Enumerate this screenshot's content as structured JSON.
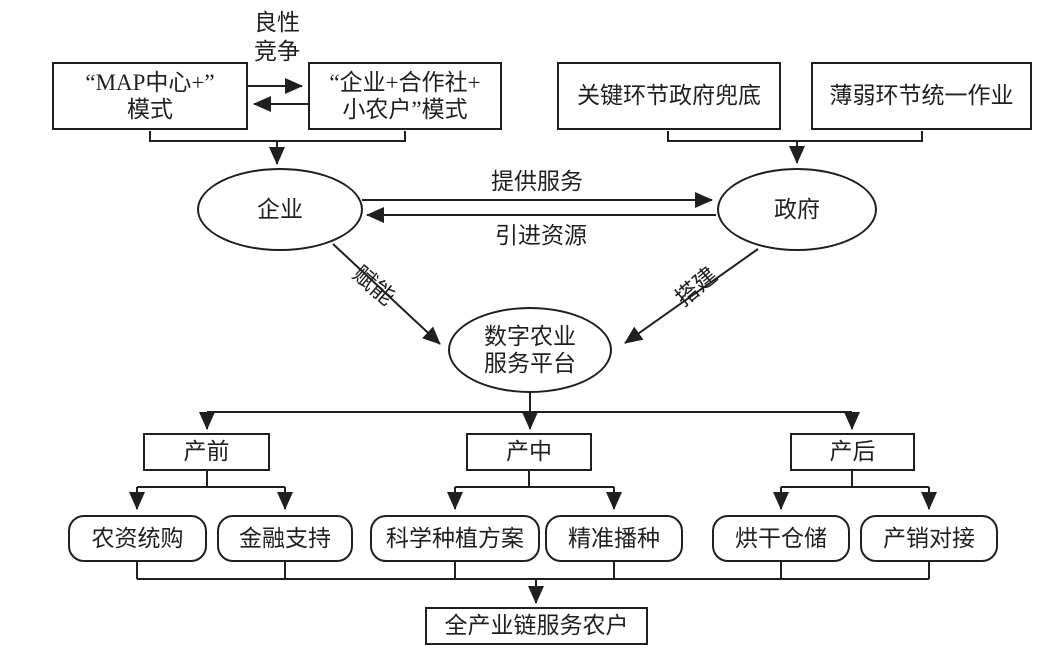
{
  "colors": {
    "line": "#1f1f1f",
    "background": "#ffffff"
  },
  "nodes": {
    "map_mode": "“MAP中心+”\n模式",
    "coop_mode": "“企业+合作社+\n小农户”模式",
    "key_link": "关键环节政府兜底",
    "weak_link": "薄弱环节统一作业",
    "enterprise": "企业",
    "government": "政府",
    "platform": "数字农业\n服务平台",
    "pre_production": "产前",
    "mid_production": "产中",
    "post_production": "产后",
    "agri_purchase": "农资统购",
    "finance_support": "金融支持",
    "planting_plan": "科学种植方案",
    "precise_seeding": "精准播种",
    "drying_storage": "烘干仓储",
    "sales_link": "产销对接",
    "full_chain": "全产业链服务农户"
  },
  "edge_labels": {
    "benign_competition": "良性\n竞争",
    "provide_services": "提供服务",
    "introduce_resources": "引进资源",
    "empower": "赋能",
    "build": "搭建"
  }
}
